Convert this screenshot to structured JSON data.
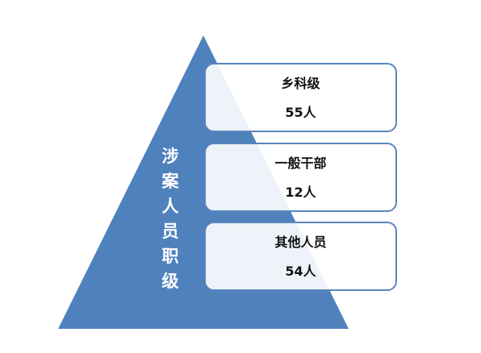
{
  "diagram": {
    "vertical_title_chars": [
      "涉",
      "案",
      "人",
      "员",
      "职",
      "级"
    ],
    "colors": {
      "triangle": "#4f81bd",
      "box_border": "#5a86bd",
      "text": "#111111"
    },
    "levels": [
      {
        "title": "乡科级",
        "value": "55人"
      },
      {
        "title": "一般干部",
        "value": "12人"
      },
      {
        "title": "其他人员",
        "value": "54人"
      }
    ]
  }
}
